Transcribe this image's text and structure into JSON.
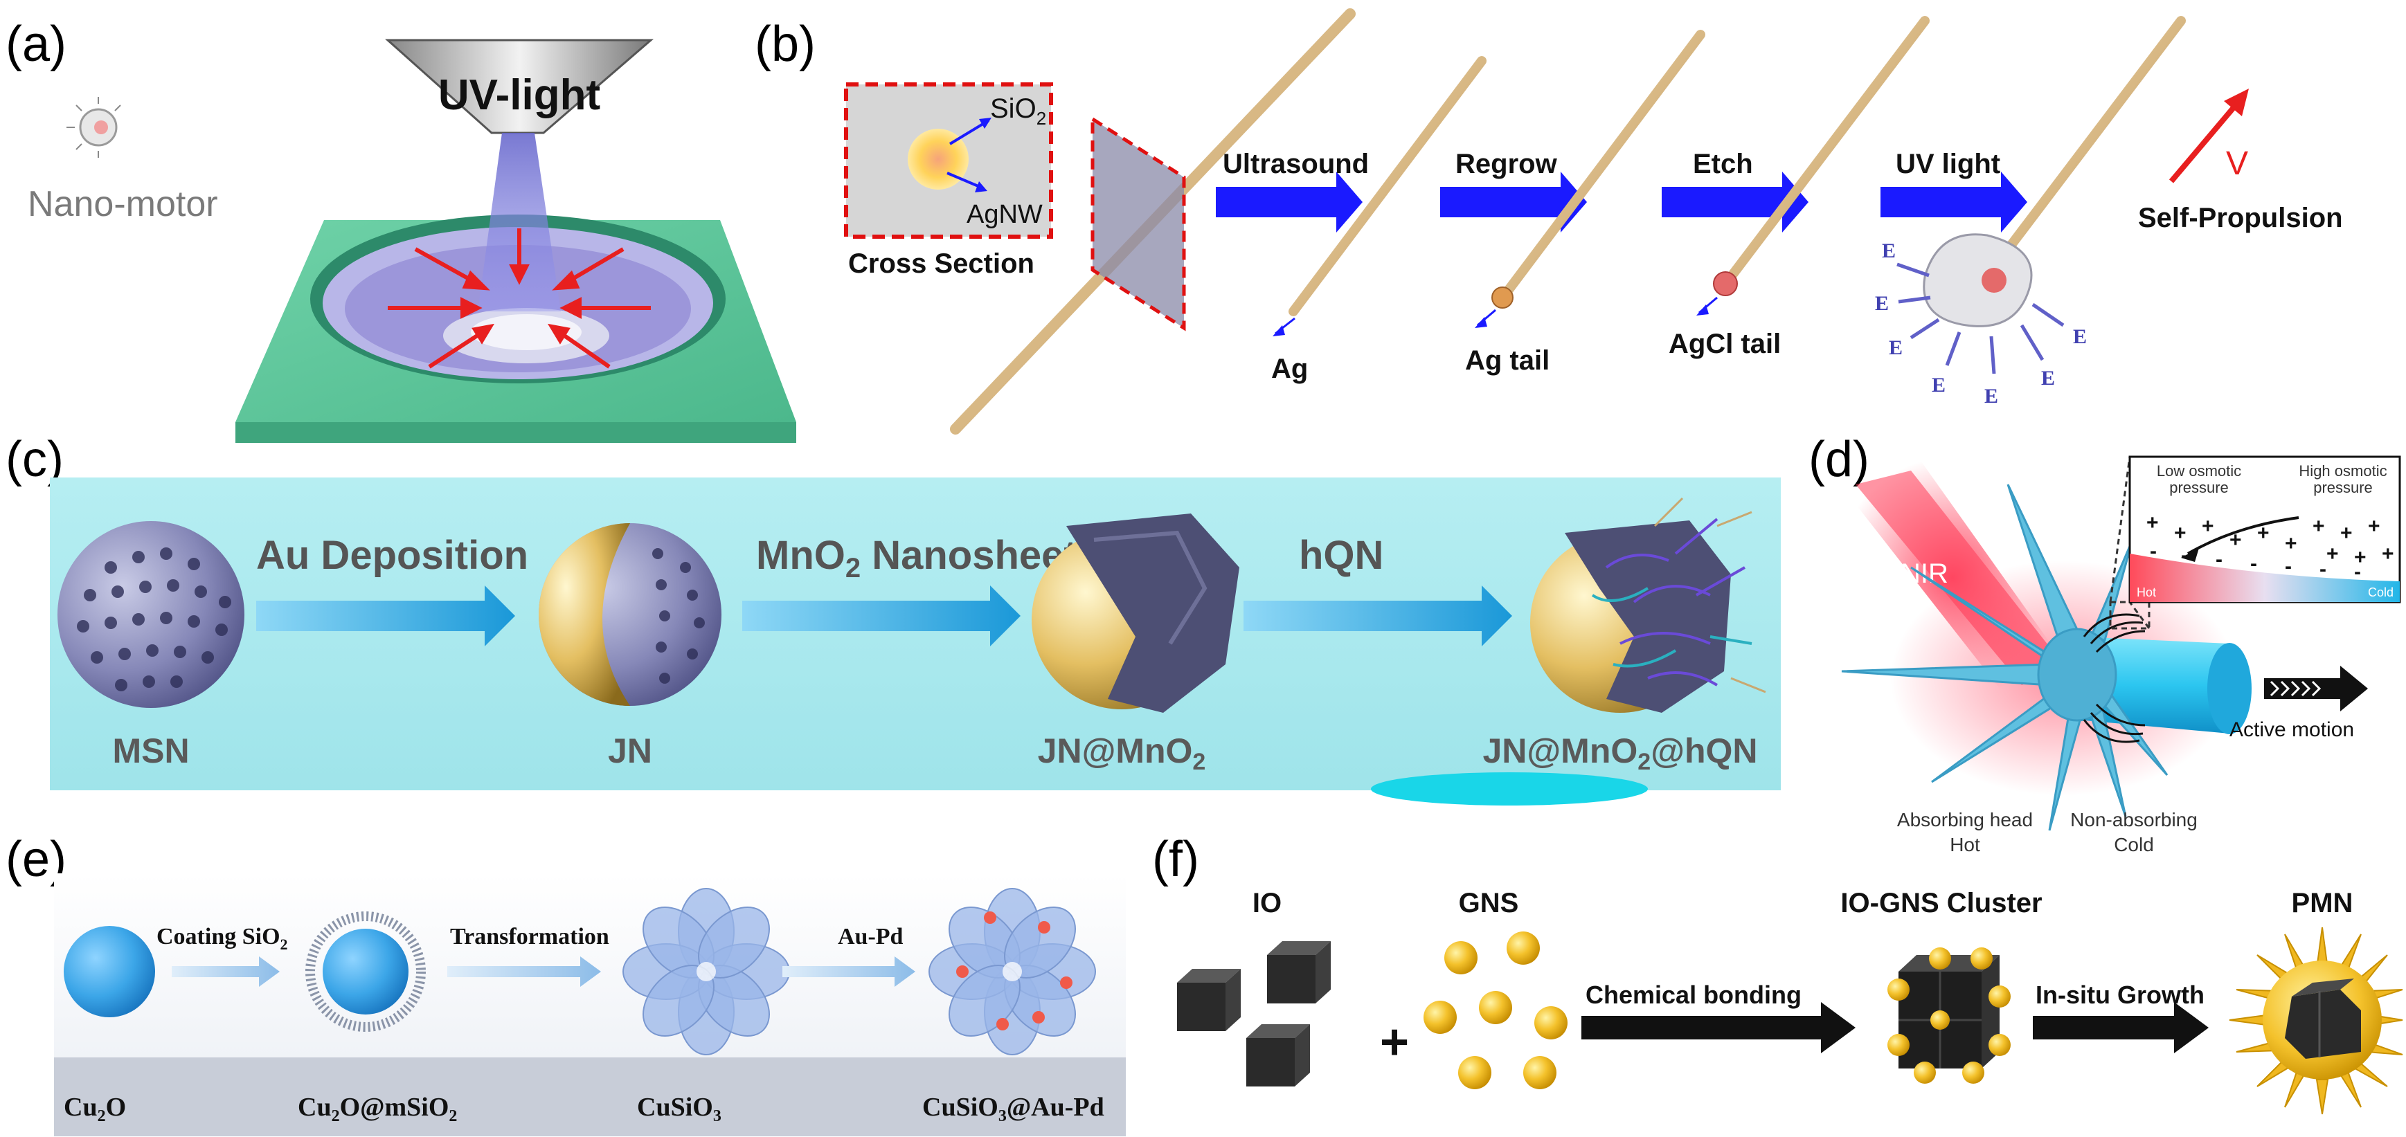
{
  "panels": {
    "a": {
      "label": "(a)",
      "uv_light": "UV-light",
      "nano_motor": "Nano-motor"
    },
    "b": {
      "label": "(b)",
      "cross_section_title": "Cross Section",
      "sio2_base": "SiO",
      "sio2_sub": "2",
      "agnw": "AgNW",
      "steps": [
        "Ultrasound",
        "Regrow",
        "Etch",
        "UV light"
      ],
      "tails": [
        "Ag",
        "Ag tail",
        "AgCl tail"
      ],
      "e_label": "E",
      "velocity": "V",
      "self_propulsion": "Self-Propulsion"
    },
    "c": {
      "label": "(c)",
      "steps": {
        "au_deposition": "Au Deposition",
        "mno2_base": "MnO",
        "mno2_sub": "2",
        "mno2_rest": " Nanosheet",
        "hqn": "hQN"
      },
      "products": {
        "msn": "MSN",
        "jn": "JN",
        "jn_mno2_base": "JN@MnO",
        "jn_mno2_sub": "2",
        "jn_mno2_hqn_base": "JN@MnO",
        "jn_mno2_hqn_sub": "2",
        "jn_mno2_hqn_rest": "@hQN"
      }
    },
    "d": {
      "label": "(d)",
      "nir": "NIR",
      "low_osmotic": "Low osmotic",
      "low_pressure": "pressure",
      "high_osmotic": "High osmotic",
      "high_pressure": "pressure",
      "hot": "Hot",
      "cold": "Cold",
      "active_motion": "Active motion",
      "absorbing_head": "Absorbing head",
      "absorbing_hot": "Hot",
      "non_absorbing": "Non-absorbing",
      "non_absorbing_cold": "Cold"
    },
    "e": {
      "label": "(e)",
      "steps": {
        "coating_base": "Coating SiO",
        "coating_sub": "2",
        "transformation": "Transformation",
        "au_pd": "Au-Pd"
      },
      "products": {
        "cu2o_a": "Cu",
        "cu2o_sub": "2",
        "cu2o_b": "O",
        "cu2o_msio2_a": "Cu",
        "cu2o_msio2_sub1": "2",
        "cu2o_msio2_b": "O@mSiO",
        "cu2o_msio2_sub2": "2",
        "cusio3_a": "CuSiO",
        "cusio3_sub": "3",
        "cusio3_aupd_a": "CuSiO",
        "cusio3_aupd_sub": "3",
        "cusio3_aupd_b": "@Au-Pd"
      }
    },
    "f": {
      "label": "(f)",
      "io": "IO",
      "plus": "+",
      "gns": "GNS",
      "chemical_bonding": "Chemical bonding",
      "cluster": "IO-GNS Cluster",
      "in_situ": "In-situ Growth",
      "pmn": "PMN"
    }
  },
  "colors": {
    "blue_arrow": "#1a1aff",
    "red_accent": "#e81f1f",
    "teal_band": "#bdf0f4",
    "gold": "#f4c22c"
  }
}
